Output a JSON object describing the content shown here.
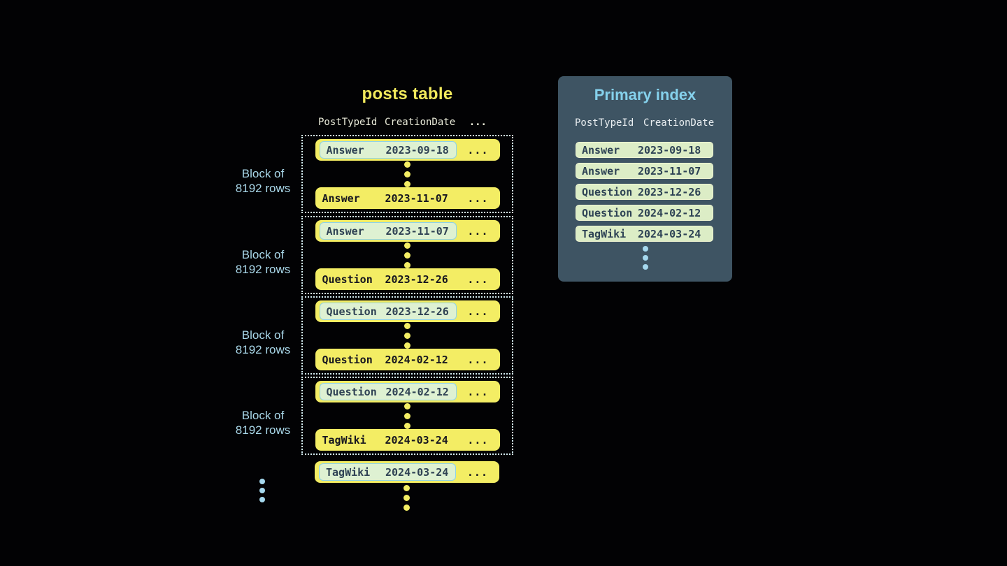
{
  "posts_table": {
    "title": "posts table",
    "headers": [
      "PostTypeId",
      "CreationDate",
      "..."
    ],
    "ellipsis": "...",
    "block_label": {
      "line1": "Block of",
      "line2": "8192 rows"
    },
    "blocks": [
      {
        "first": {
          "type": "Answer",
          "date": "2023-09-18"
        },
        "last": {
          "type": "Answer",
          "date": "2023-11-07"
        }
      },
      {
        "first": {
          "type": "Answer",
          "date": "2023-11-07"
        },
        "last": {
          "type": "Question",
          "date": "2023-12-26"
        }
      },
      {
        "first": {
          "type": "Question",
          "date": "2023-12-26"
        },
        "last": {
          "type": "Question",
          "date": "2024-02-12"
        }
      },
      {
        "first": {
          "type": "Question",
          "date": "2024-02-12"
        },
        "last": {
          "type": "TagWiki",
          "date": "2024-03-24"
        }
      }
    ],
    "overflow_row": {
      "type": "TagWiki",
      "date": "2024-03-24"
    }
  },
  "primary_index": {
    "title": "Primary index",
    "headers": [
      "PostTypeId",
      "CreationDate"
    ],
    "rows": [
      {
        "type": "Answer",
        "date": "2023-09-18"
      },
      {
        "type": "Answer",
        "date": "2023-11-07"
      },
      {
        "type": "Question",
        "date": "2023-12-26"
      },
      {
        "type": "Question",
        "date": "2024-02-12"
      },
      {
        "type": "TagWiki",
        "date": "2024-03-24"
      }
    ]
  },
  "colors": {
    "background": "#020204",
    "row_yellow": "#f3ed64",
    "posts_title_yellow": "#f2ea5c",
    "chip_green": "#def1d2",
    "chip_border_blue": "#8ed2e9",
    "index_row_green": "#dcedc6",
    "index_panel_slate": "#3e5463",
    "index_title_blue": "#85d1ec",
    "block_label_blue": "#a9d7e9",
    "dotted_border": "#d2ebf2",
    "blue_dot": "#a5d8ee"
  }
}
